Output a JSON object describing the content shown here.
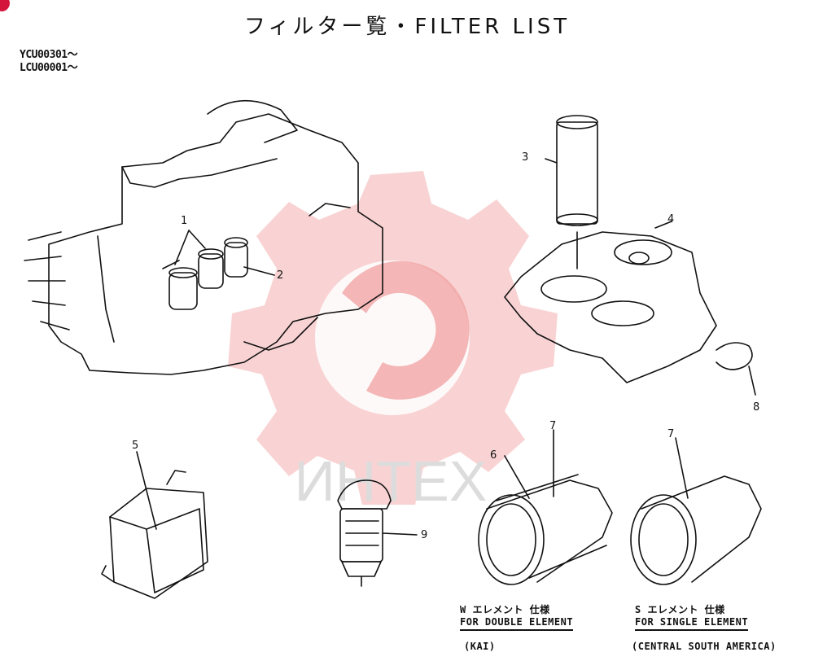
{
  "title": "フィルター覧・FILTER LIST",
  "serials": [
    "YCU00301〜",
    "LCU00001〜"
  ],
  "callouts": [
    "1",
    "2",
    "3",
    "4",
    "5",
    "6",
    "7",
    "7",
    "8",
    "9"
  ],
  "captions": {
    "double_jp": "W エレメント 仕様",
    "double_en": "FOR DOUBLE ELEMENT",
    "double_region": "(KAI)",
    "single_jp": "S エレメント 仕様",
    "single_en": "FOR SINGLE ELEMENT",
    "single_region": "(CENTRAL SOUTH AMERICA)"
  },
  "watermark_text": "ИНТЕХ",
  "colors": {
    "ink": "#111111",
    "watermark": "#f5b9b9",
    "corner_mark": "#d4143a"
  }
}
